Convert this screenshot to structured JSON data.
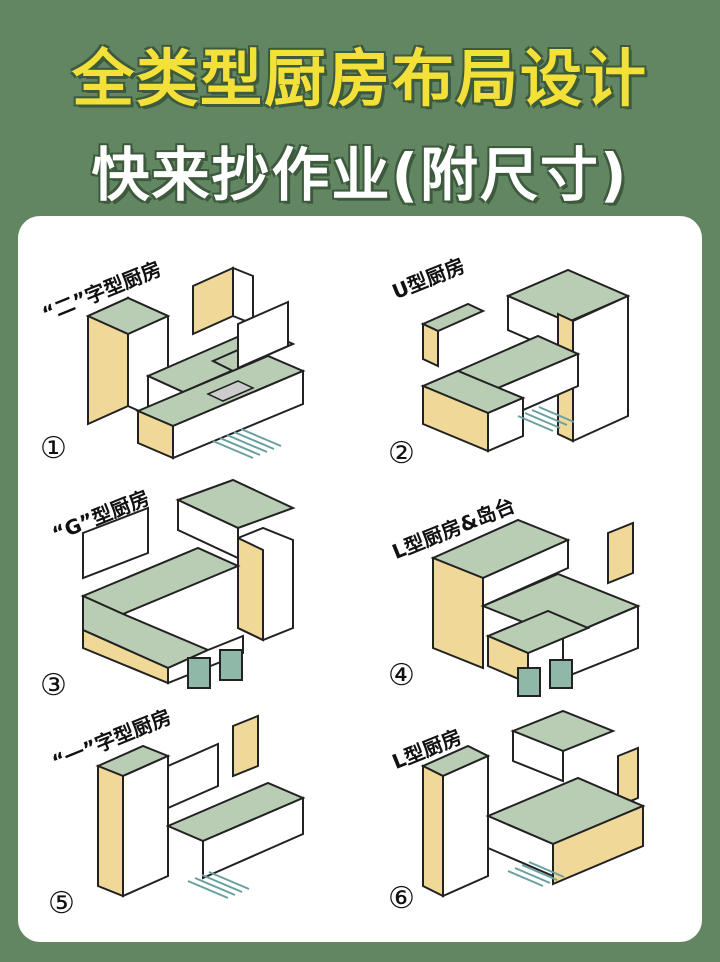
{
  "header": {
    "title": "全类型厨房布局设计",
    "subtitle": "快来抄作业(附尺寸)"
  },
  "layouts": [
    {
      "label": "“二”字型厨房",
      "number": "①"
    },
    {
      "label": "U型厨房",
      "number": "②"
    },
    {
      "label": "“G”型厨房",
      "number": "③"
    },
    {
      "label": "L型厨房&岛台",
      "number": "④"
    },
    {
      "label": "“一”字型厨房",
      "number": "⑤"
    },
    {
      "label": "L型厨房",
      "number": "⑥"
    }
  ],
  "colors": {
    "background": "#628662",
    "title_yellow": "#f3e13a",
    "cabinet_wood": "#f0d898",
    "countertop_green": "#b9cdb5",
    "cabinet_white": "#ffffff"
  }
}
